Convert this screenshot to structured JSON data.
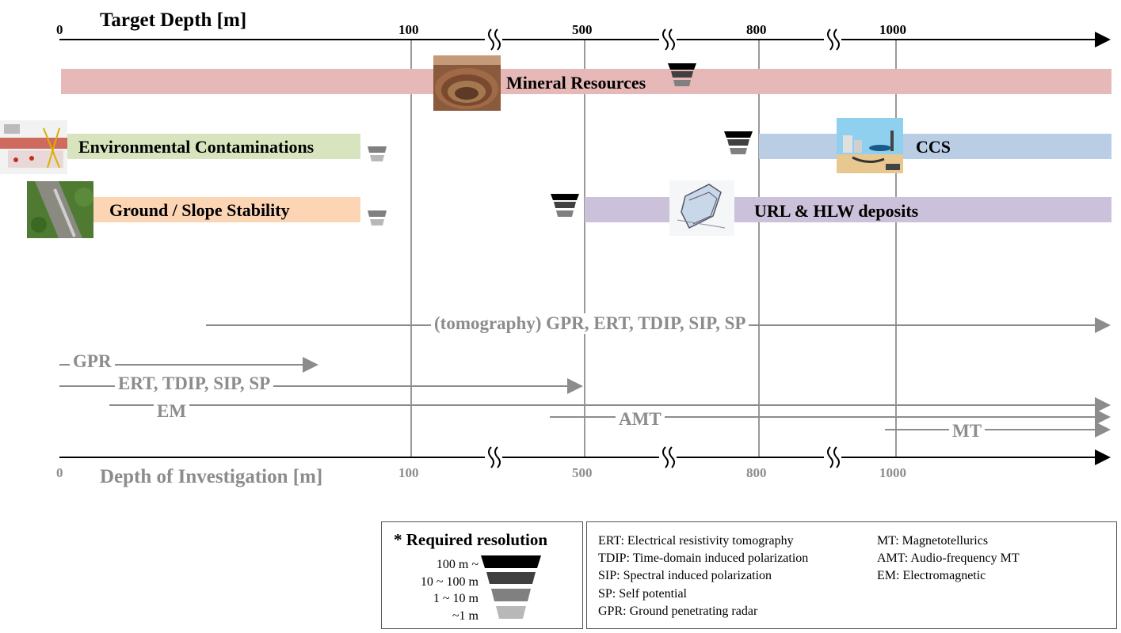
{
  "top_axis": {
    "title": "Target Depth [m]",
    "ticks": [
      "0",
      "100",
      "500",
      "800",
      "1000"
    ]
  },
  "bottom_axis": {
    "title": "Depth of Investigation [m]",
    "ticks": [
      "0",
      "100",
      "500",
      "800",
      "1000"
    ]
  },
  "applications": {
    "mineral": "Mineral Resources",
    "environmental": "Environmental Contaminations",
    "slope": "Ground / Slope Stability",
    "ccs": "CCS",
    "url": "URL & HLW deposits"
  },
  "methods": {
    "tomography": "(tomography) GPR, ERT, TDIP, SIP, SP",
    "gpr": "GPR",
    "ert": "ERT, TDIP, SIP, SP",
    "em": "EM",
    "amt": "AMT",
    "mt": "MT"
  },
  "resolution_legend": {
    "title": "* Required resolution",
    "levels": [
      "100 m ~",
      "10 ~ 100 m",
      "1 ~ 10 m",
      "~1 m"
    ]
  },
  "abbreviations": {
    "left": [
      "ERT: Electrical resistivity tomography",
      "TDIP: Time-domain induced polarization",
      "SIP: Spectral induced polarization",
      "SP: Self potential",
      "GPR: Ground penetrating radar"
    ],
    "right": [
      "MT: Magnetotellurics",
      "AMT: Audio-frequency MT",
      "EM: Electromagnetic"
    ]
  },
  "colors": {
    "mineral_band": "#e6b8b7",
    "environmental_band": "#d7e4bd",
    "slope_band": "#fcd5b5",
    "ccs_band": "#b9cde5",
    "url_band": "#ccc1da",
    "method_gray": "#8c8c8c"
  }
}
